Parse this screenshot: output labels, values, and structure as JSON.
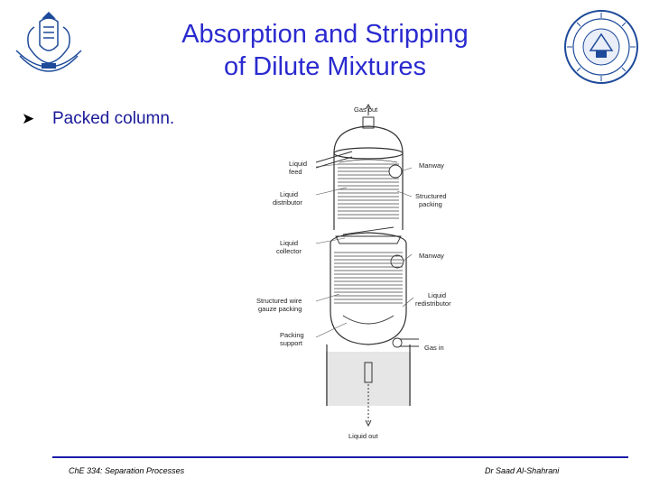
{
  "slide": {
    "title_line1": "Absorption and Stripping",
    "title_line2": "of Dilute Mixtures",
    "bullet": "Packed column.",
    "accent_color": "#2a2ad0"
  },
  "logos": {
    "left": "university-crest-icon",
    "right": "department-seal-icon"
  },
  "diagram": {
    "labels": {
      "gas_out": "Gas out",
      "liquid_feed_1": "Liquid",
      "liquid_feed_2": "feed",
      "liquid_distributor_1": "Liquid",
      "liquid_distributor_2": "distributor",
      "manway_top": "Manway",
      "structured_packing_1": "Structured",
      "structured_packing_2": "packing",
      "liquid_collector_1": "Liquid",
      "liquid_collector_2": "collector",
      "manway_mid": "Manway",
      "structured_wire_1": "Structured wire",
      "structured_wire_2": "gauze packing",
      "liquid_redistributor_1": "Liquid",
      "liquid_redistributor_2": "redistributor",
      "packing_support_1": "Packing",
      "packing_support_2": "support",
      "gas_in": "Gas in",
      "liquid_out": "Liquid  out"
    }
  },
  "footer": {
    "left": "ChE 334: Separation Processes",
    "right": "Dr Saad Al-Shahrani"
  }
}
